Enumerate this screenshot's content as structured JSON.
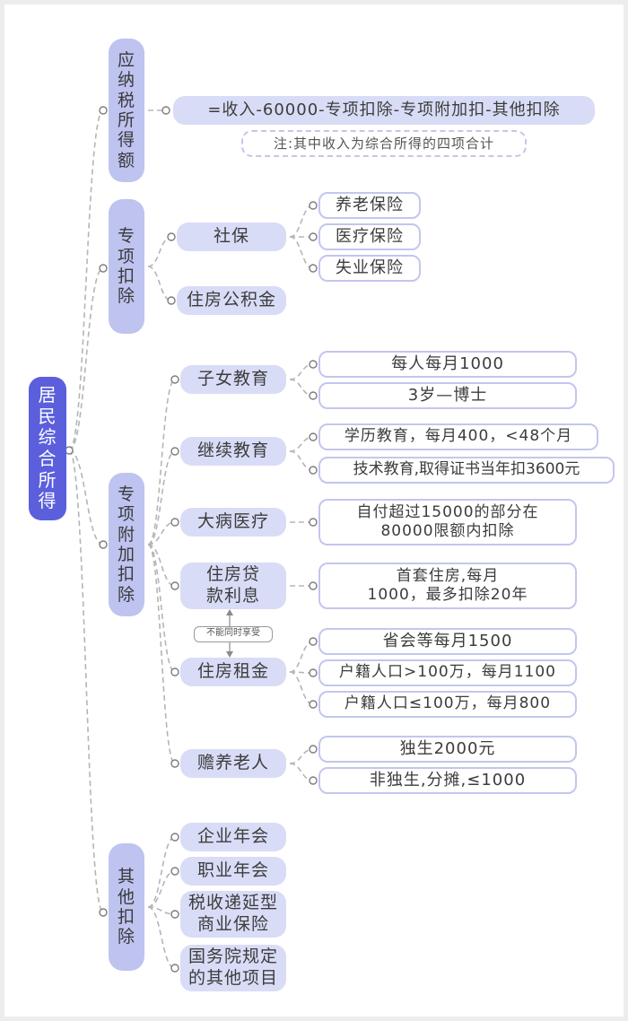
{
  "root": {
    "label": "居民综合所得"
  },
  "cat_taxable": {
    "label": "应纳税所得额"
  },
  "taxable_formula": "=收入-60000-专项扣除-专项附加扣-其他扣除",
  "taxable_note": "注:其中收入为综合所得的四项合计",
  "cat_special": {
    "label": "专项扣除"
  },
  "special": {
    "social": "社保",
    "housing_fund": "住房公积金",
    "pension": "养老保险",
    "medical": "医疗保险",
    "unemployment": "失业保险"
  },
  "cat_additional": {
    "label": "专项附加扣除"
  },
  "additional": {
    "children": "子女教育",
    "children_amount": "每人每月1000",
    "children_range": "3岁—博士",
    "continuing": "继续教育",
    "continuing_academic": "学历教育，每月400，<48个月",
    "continuing_technical": "技术教育,取得证书当年扣3600元",
    "illness": "大病医疗",
    "illness_line1": "自付超过15000的部分在",
    "illness_line2": "80000限额内扣除",
    "loan_line1": "住房贷",
    "loan_line2": "款利息",
    "loan_detail_line1": "首套住房,每月",
    "loan_detail_line2": "1000，最多扣除20年",
    "exclusive_note": "不能同时享受",
    "rent": "住房租金",
    "rent_capital": "省会等每月1500",
    "rent_over_million": "户籍人口>100万，每月1100",
    "rent_under_million": "户籍人口≤100万，每月800",
    "elderly": "赡养老人",
    "elderly_only_child": "独生2000元",
    "elderly_non_only": "非独生,分摊,≤1000"
  },
  "cat_other": {
    "label": "其他扣除"
  },
  "other": {
    "enterprise_annuity": "企业年会",
    "occupational_annuity": "职业年会",
    "insurance_line1": "税收递延型",
    "insurance_line2": "商业保险",
    "state_line1": "国务院规定",
    "state_line2": "的其他项目"
  },
  "colors": {
    "root": "#5b5fdc",
    "category": "#bec3f0",
    "subnode": "#d9dcf6",
    "leaf_border": "#c3c6ee",
    "connector": "#b5b5b5"
  }
}
